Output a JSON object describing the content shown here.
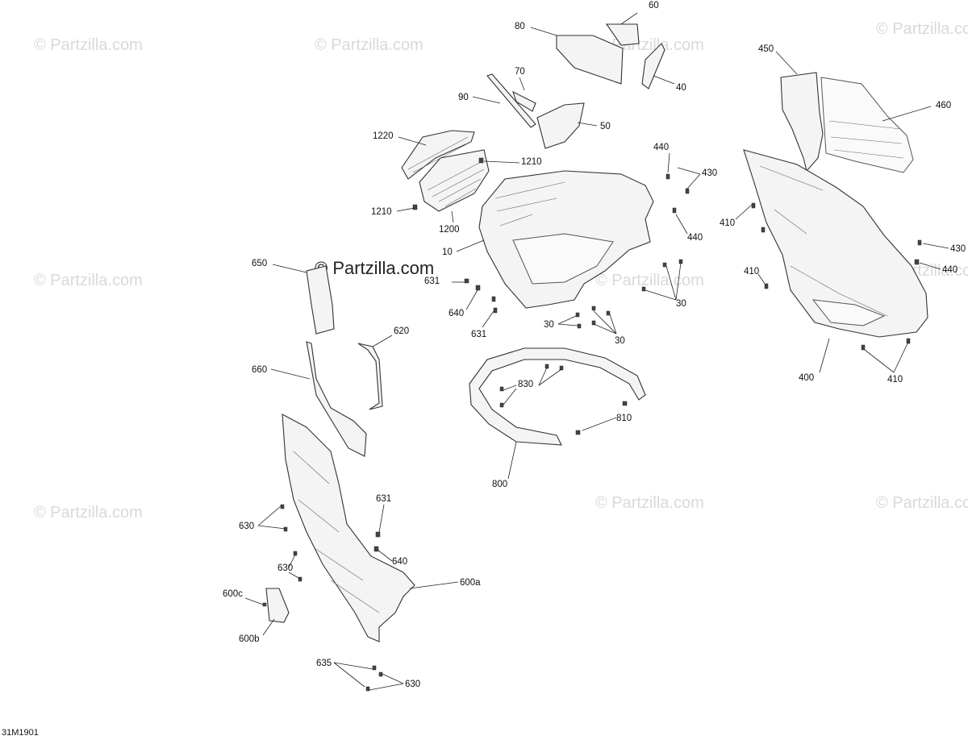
{
  "watermark": {
    "text": "© Partzilla.com",
    "center_text": "© Partzilla.com"
  },
  "diagram_code": "31M1901",
  "callouts": {
    "c60": "60",
    "c80": "80",
    "c40": "40",
    "c70": "70",
    "c90": "90",
    "c50": "50",
    "c450": "450",
    "c460": "460",
    "c1220": "1220",
    "c1210a": "1210",
    "c1210b": "1210",
    "c1200": "1200",
    "c440a": "440",
    "c430a": "430",
    "c440b": "440",
    "c410a": "410",
    "c430b": "430",
    "c440c": "440",
    "c410b": "410",
    "c10": "10",
    "c650": "650",
    "c631a": "631",
    "c640a": "640",
    "c631b": "631",
    "c30a": "30",
    "c30b": "30",
    "c30c": "30",
    "c620": "620",
    "c660": "660",
    "c830": "830",
    "c810": "810",
    "c800": "800",
    "c400": "400",
    "c410c": "410",
    "c631c": "631",
    "c630a": "630",
    "c640b": "640",
    "c630b": "630",
    "c600a": "600a",
    "c600c": "600c",
    "c600b": "600b",
    "c635": "635",
    "c630c": "630"
  }
}
